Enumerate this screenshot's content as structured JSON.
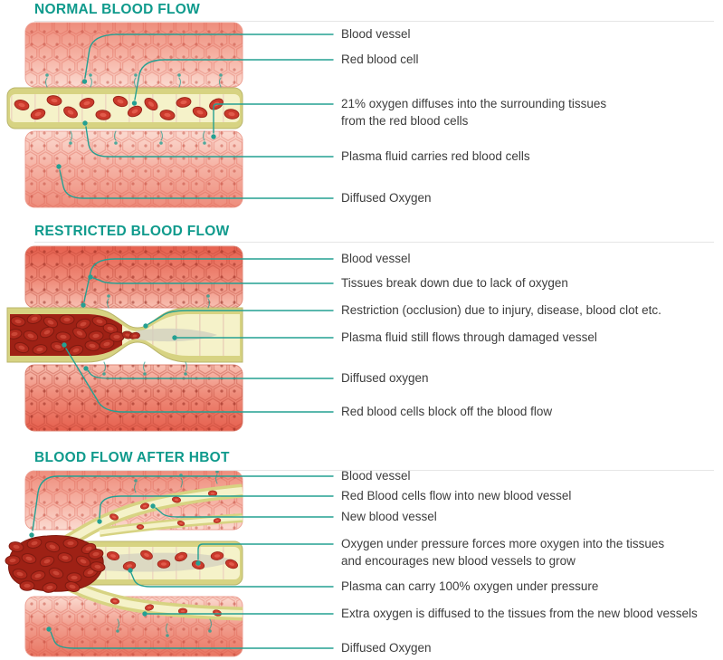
{
  "colors": {
    "accent_teal": "#24a092",
    "title_teal": "#0f9a8c",
    "label_text": "#3c3c3c",
    "underline": "#e6e6e6",
    "tissue_pink": "#f6b4a6",
    "tissue_red": "#ea7c6c",
    "vessel_wall": "#d7d382",
    "vessel_plasma": "#f5f2c9",
    "red_blood_cell": "#cb3a2c"
  },
  "sections": [
    {
      "id": "normal-blood-flow",
      "title": "NORMAL BLOOD FLOW",
      "labels": [
        {
          "text": "Blood vessel"
        },
        {
          "text": "Red blood cell"
        },
        {
          "text": "21% oxygen diffuses into the surrounding tissues\nfrom the red blood cells"
        },
        {
          "text": "Plasma fluid carries red blood cells"
        },
        {
          "text": "Diffused Oxygen"
        }
      ]
    },
    {
      "id": "restricted-blood-flow",
      "title": "RESTRICTED BLOOD FLOW",
      "labels": [
        {
          "text": "Blood vessel"
        },
        {
          "text": "Tissues break down due to lack of oxygen"
        },
        {
          "text": "Restriction (occlusion) due to injury, disease, blood clot etc."
        },
        {
          "text": "Plasma fluid still flows through damaged vessel"
        },
        {
          "text": "Diffused oxygen"
        },
        {
          "text": "Red blood cells block off the blood flow"
        }
      ]
    },
    {
      "id": "blood-flow-after-hbot",
      "title": "BLOOD FLOW AFTER HBOT",
      "labels": [
        {
          "text": "Blood vessel"
        },
        {
          "text": "Red Blood cells flow into new blood vessel"
        },
        {
          "text": "New blood vessel"
        },
        {
          "text": "Oxygen under pressure forces more oxygen into the tissues\nand encourages new blood vessels to grow"
        },
        {
          "text": "Plasma can carry 100% oxygen under pressure"
        },
        {
          "text": "Extra oxygen is diffused to the tissues from the new blood vessels"
        },
        {
          "text": "Diffused Oxygen"
        }
      ]
    }
  ]
}
